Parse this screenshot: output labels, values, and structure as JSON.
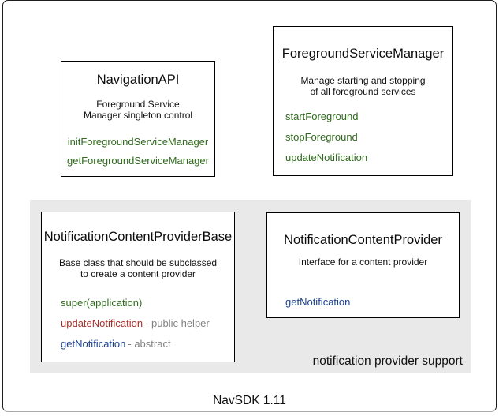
{
  "diagram": {
    "footer_label": "NavSDK 1.11",
    "region": {
      "label": "notification provider support",
      "bg": "#e9e9e9"
    }
  },
  "colors": {
    "method_green": "#2f6a1d",
    "method_red": "#ab2e2b",
    "method_blue": "#1d4390",
    "annotation_gray": "#828282",
    "box_border": "#000000"
  },
  "boxes": [
    {
      "title": "NavigationAPI",
      "description": "Foreground Service\nManager singleton control",
      "methods": [
        {
          "label": "initForegroundServiceManager",
          "color": "#2f6a1d",
          "annotation": ""
        },
        {
          "label": "getForegroundServiceManager",
          "color": "#2f6a1d",
          "annotation": ""
        }
      ]
    },
    {
      "title": "ForegroundServiceManager",
      "description": "Manage starting and stopping\nof all foreground services",
      "methods": [
        {
          "label": "startForeground",
          "color": "#2f6a1d",
          "annotation": ""
        },
        {
          "label": "stopForeground",
          "color": "#2f6a1d",
          "annotation": ""
        },
        {
          "label": "updateNotification",
          "color": "#2f6a1d",
          "annotation": ""
        }
      ]
    },
    {
      "title": "NotificationContentProviderBase",
      "description": "Base class that should be subclassed\nto create a content provider",
      "methods": [
        {
          "label": "super(application)",
          "color": "#2f6a1d",
          "annotation": ""
        },
        {
          "label": "updateNotification",
          "color": "#ab2e2b",
          "annotation": "- public helper",
          "annotation_color": "#828282"
        },
        {
          "label": "getNotification",
          "color": "#1d4390",
          "annotation": "- abstract",
          "annotation_color": "#828282"
        }
      ]
    },
    {
      "title": "NotificationContentProvider",
      "description": "Interface for a content provider",
      "methods": [
        {
          "label": "getNotification",
          "color": "#1d4390",
          "annotation": ""
        }
      ]
    }
  ]
}
